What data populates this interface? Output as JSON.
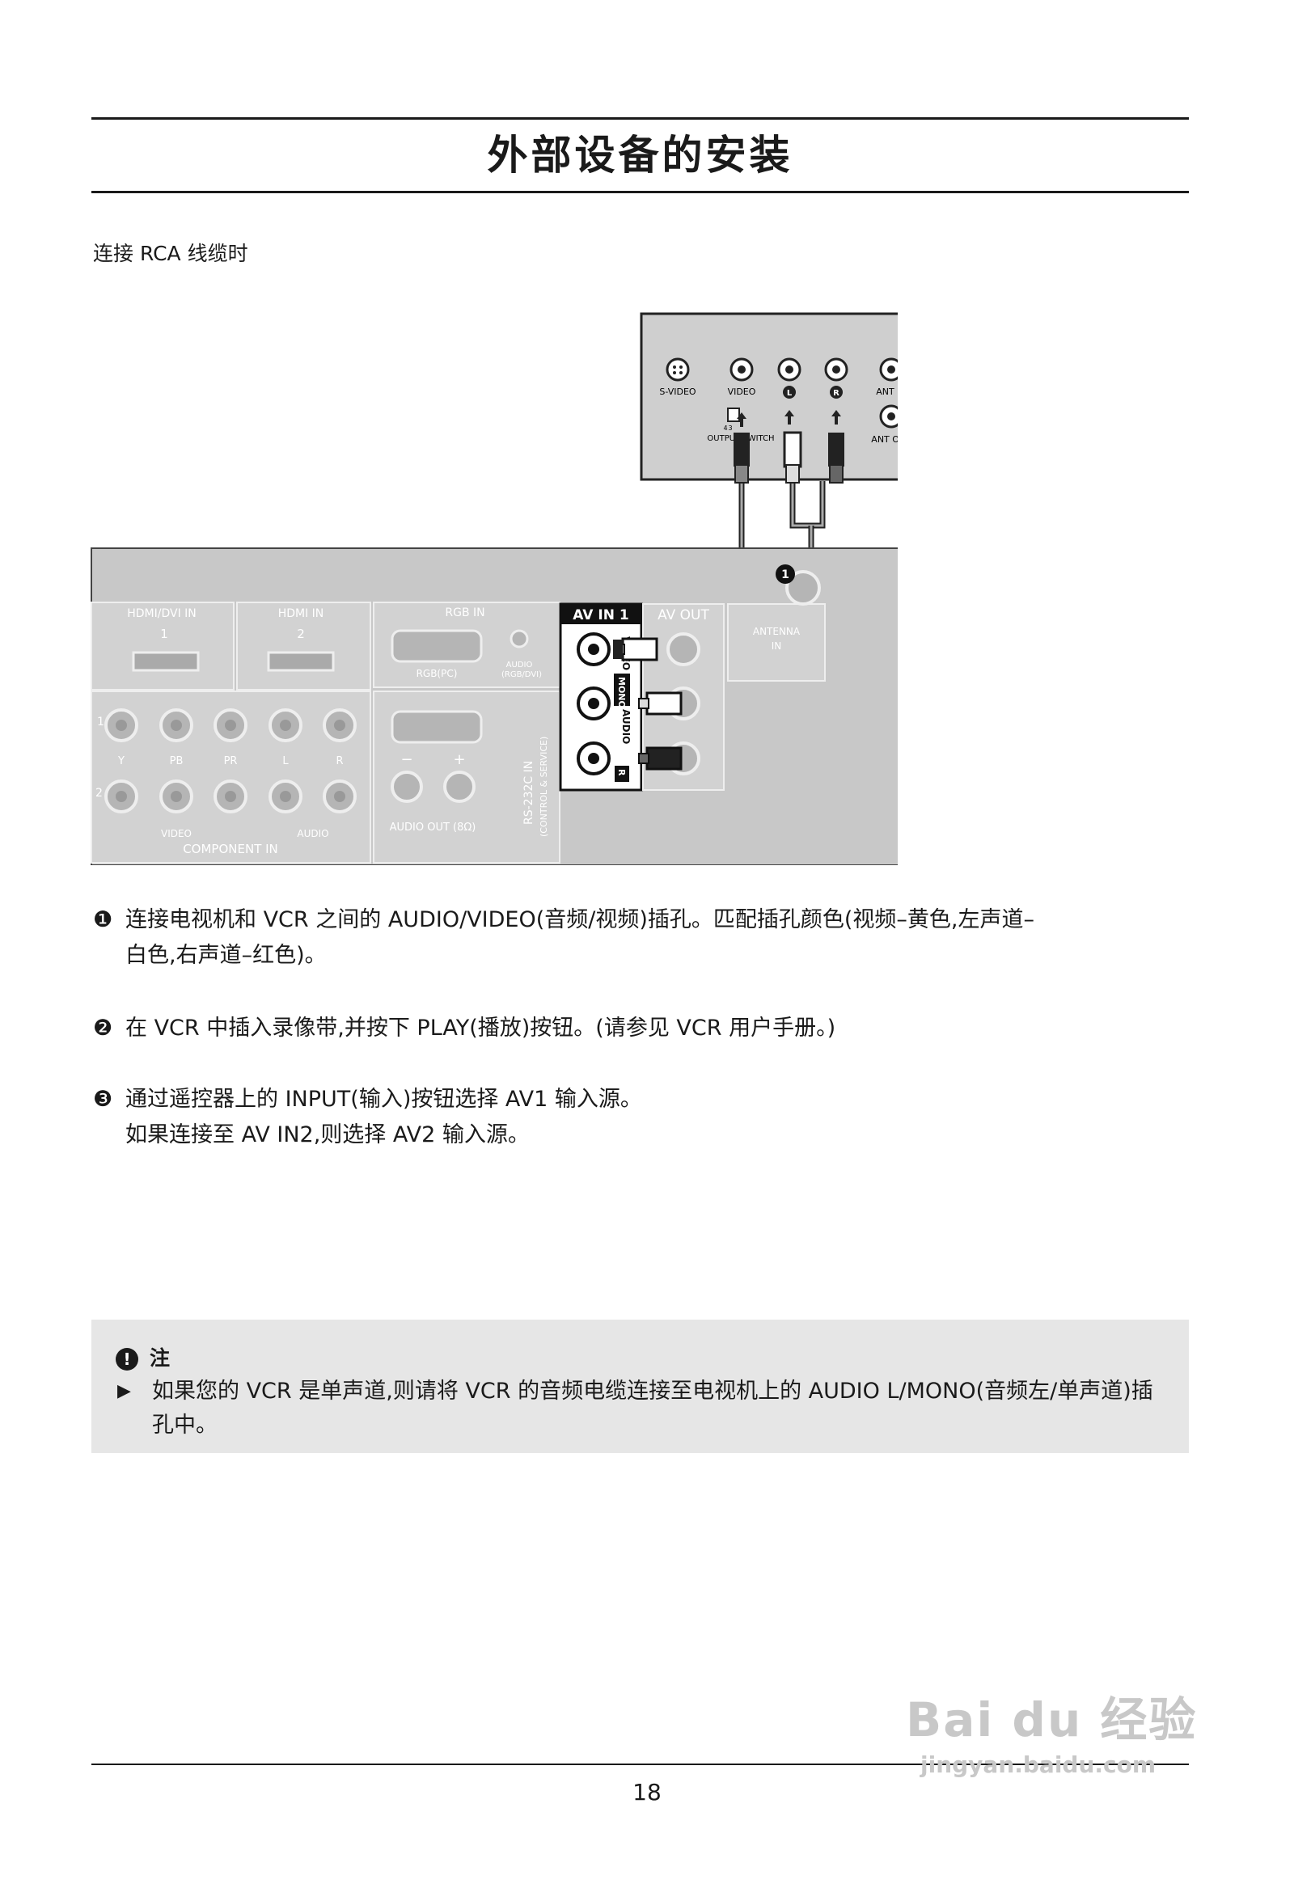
{
  "header": {
    "title": "外部设备的安装"
  },
  "subtitle": "连接 RCA 线缆时",
  "diagram": {
    "vcr_labels": [
      "S-VIDEO",
      "VIDEO",
      "L",
      "R",
      "ANT IN",
      "ANT OUT",
      "OUTPUT SWITCH",
      "3",
      "4"
    ],
    "callout": "1",
    "tv_labels": {
      "hdmi1": "HDMI/DVI IN",
      "hdmi1_num": "1",
      "hdmi2": "HDMI IN",
      "hdmi2_num": "2",
      "rgb_in": "RGB IN",
      "rgb_pc": "RGB(PC)",
      "audio_rgb": "AUDIO",
      "audio_rgb2": "(RGB/DVI)",
      "av_in1": "AV IN 1",
      "av_out": "AV OUT",
      "antenna": "ANTENNA",
      "antenna_in": "IN",
      "video": "VIDEO",
      "mono": "MONO",
      "audio": "AUDIO",
      "l": "L",
      "r": "R",
      "rs232": "RS-232C IN",
      "rs232_sub": "(CONTROL & SERVICE)",
      "audio_out": "AUDIO OUT (8Ω)",
      "minus": "−",
      "plus": "+",
      "row1": "1",
      "row2": "2",
      "y": "Y",
      "pb": "PB",
      "pr": "PR",
      "comp_l": "L",
      "comp_r": "R",
      "comp_video": "VIDEO",
      "comp_audio": "AUDIO",
      "component_in": "COMPONENT IN"
    }
  },
  "steps": [
    {
      "marker": "❶",
      "lines": [
        "连接电视机和 VCR 之间的 AUDIO/VIDEO(音频/视频)插孔。匹配插孔颜色(视频–黄色,左声道–",
        "白色,右声道–红色)。"
      ]
    },
    {
      "marker": "❷",
      "lines": [
        "在 VCR 中插入录像带,并按下 PLAY(播放)按钮。(请参见 VCR 用户手册。)"
      ]
    },
    {
      "marker": "❸",
      "lines": [
        "通过遥控器上的 INPUT(输入)按钮选择 AV1 输入源。",
        "如果连接至 AV IN2,则选择 AV2 输入源。"
      ]
    }
  ],
  "note": {
    "icon": "!",
    "title": "注",
    "marker": "▶",
    "text": "如果您的 VCR 是单声道,则请将 VCR 的音频电缆连接至电视机上的 AUDIO L/MONO(音频左/单声道)插孔中。"
  },
  "footer": {
    "page_number": "18"
  },
  "watermark": {
    "brand": "Bai du 经验",
    "url": "jingyan.baidu.com"
  },
  "colors": {
    "text": "#1a1a1a",
    "note_bg": "#e6e6e6",
    "panel_gray": "#c8c8c8",
    "vcr_gray": "#cfcfcf"
  }
}
